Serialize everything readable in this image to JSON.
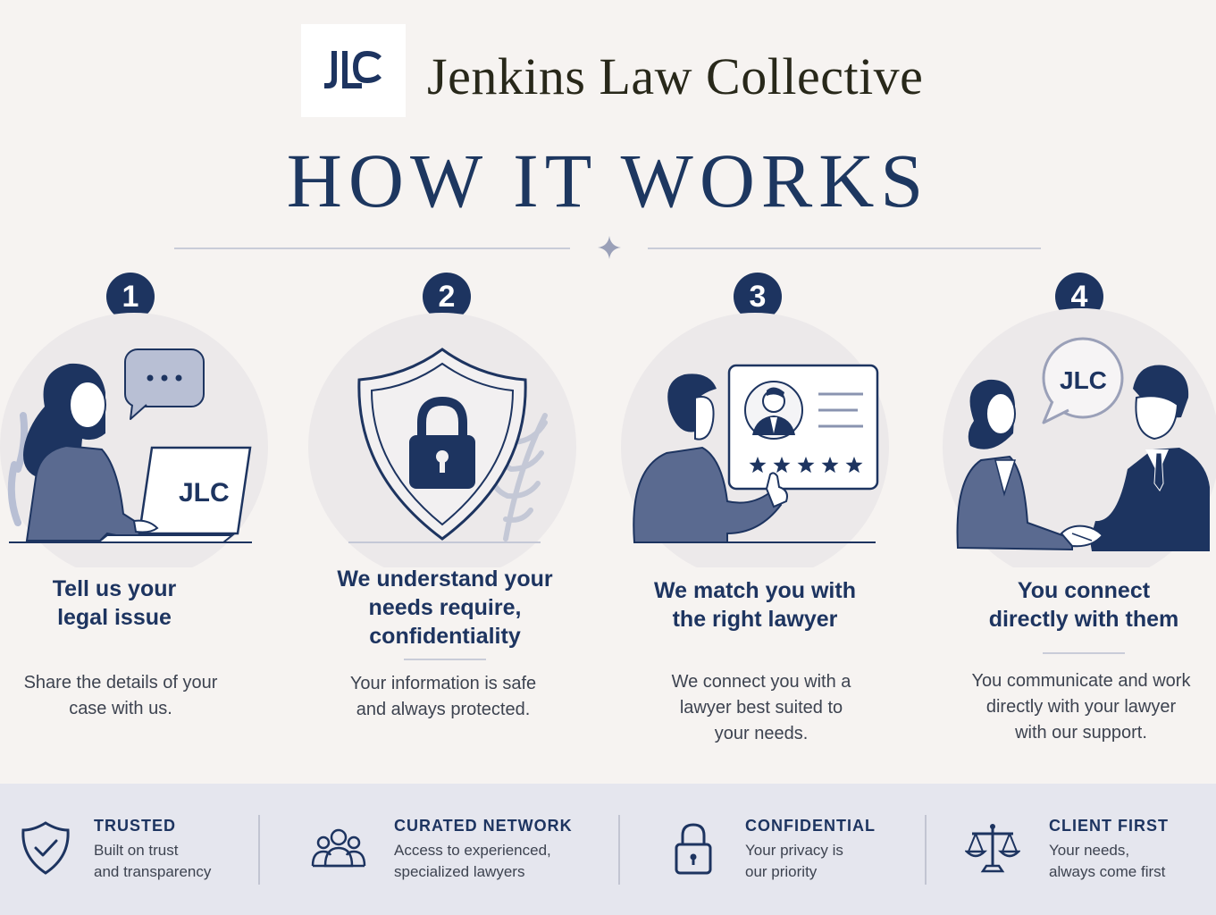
{
  "brand": {
    "logo_text": "JLC",
    "name": "Jenkins Law Collective"
  },
  "page_title": "HOW IT WORKS",
  "steps": [
    {
      "number": "1",
      "title_lines": [
        "Tell us your",
        "legal issue"
      ],
      "description_lines": [
        "Share the details of your",
        "case with us."
      ],
      "illustration": "woman-at-laptop-with-chat-bubble",
      "icons": [
        "chat-bubble-icon",
        "laptop-icon"
      ],
      "laptop_logo": "JLC"
    },
    {
      "number": "2",
      "title_lines": [
        "We understand your",
        "needs require,",
        "confidentiality"
      ],
      "description_lines": [
        "Your information is safe",
        "and always protected."
      ],
      "illustration": "shield-with-padlock",
      "icons": [
        "shield-icon",
        "padlock-icon"
      ]
    },
    {
      "number": "3",
      "title_lines": [
        "We match you with",
        "the right lawyer"
      ],
      "description_lines": [
        "We connect you with a",
        "lawyer best suited to",
        "your needs."
      ],
      "illustration": "man-pointing-at-lawyer-profile-card",
      "icons": [
        "profile-card-icon",
        "star-icon"
      ],
      "rating_stars": 5
    },
    {
      "number": "4",
      "title_lines": [
        "You connect",
        "directly with them"
      ],
      "description_lines": [
        "You communicate and work",
        "directly with your lawyer",
        "with our support."
      ],
      "illustration": "client-and-lawyer-handshake",
      "icons": [
        "handshake-icon",
        "speech-bubble-icon"
      ],
      "bubble_logo": "JLC"
    }
  ],
  "features": [
    {
      "title": "TRUSTED",
      "lines": [
        "Built on trust",
        "and transparency"
      ],
      "icon": "shield-check-icon"
    },
    {
      "title": "CURATED NETWORK",
      "lines": [
        "Access to experienced,",
        "specialized lawyers"
      ],
      "icon": "group-icon"
    },
    {
      "title": "CONFIDENTIAL",
      "lines": [
        "Your privacy is",
        "our priority"
      ],
      "icon": "padlock-icon"
    },
    {
      "title": "CLIENT FIRST",
      "lines": [
        "Your needs,",
        "always come first"
      ],
      "icon": "scales-icon"
    }
  ],
  "colors": {
    "navy": "#1d3460",
    "slate": "#5a6a90",
    "light_blue": "#b8bfd4",
    "background": "#f6f3f1",
    "footer_bg": "#e5e6ee",
    "brand_text": "#28281a"
  }
}
